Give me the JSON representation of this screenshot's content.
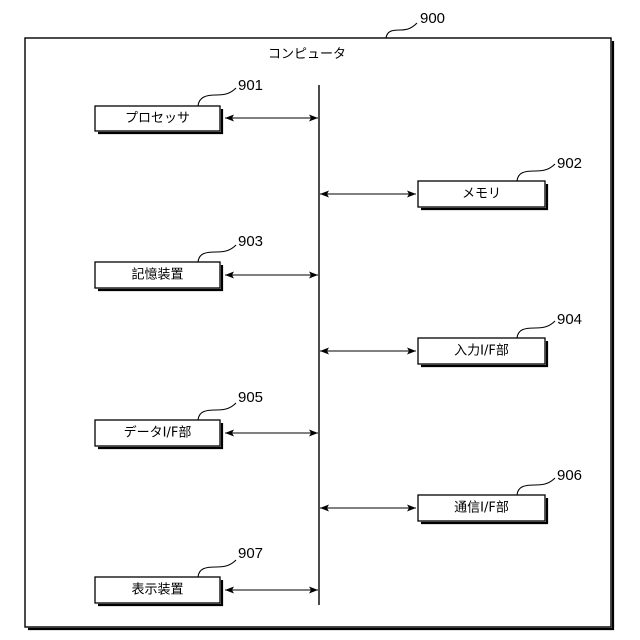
{
  "figure": {
    "ref": "900",
    "title": "コンピュータ",
    "components": [
      {
        "label": "プロセッサ",
        "ref": "901"
      },
      {
        "label": "メモリ",
        "ref": "902"
      },
      {
        "label": "記憶装置",
        "ref": "903"
      },
      {
        "label": "入力I/F部",
        "ref": "904"
      },
      {
        "label": "データI/F部",
        "ref": "905"
      },
      {
        "label": "通信I/F部",
        "ref": "906"
      },
      {
        "label": "表示装置",
        "ref": "907"
      }
    ]
  }
}
